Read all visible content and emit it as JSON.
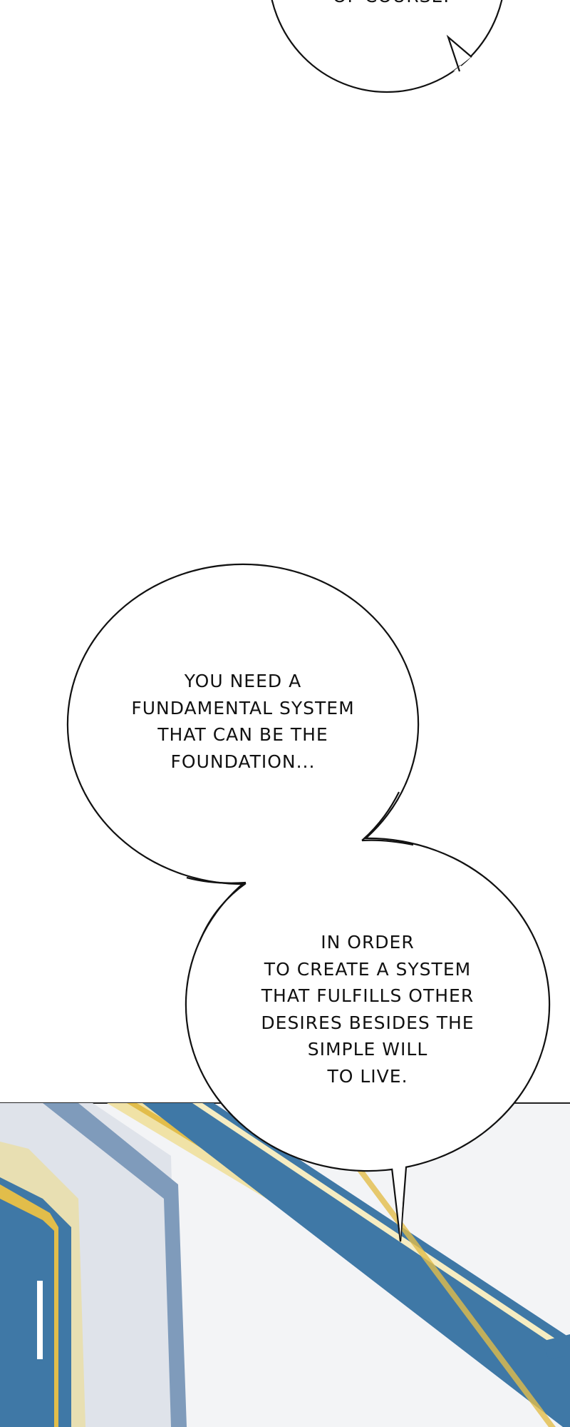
{
  "bubbles": {
    "top": {
      "lines": [
        "OF COURSE."
      ]
    },
    "middle": {
      "lines": [
        "YOU NEED A",
        "FUNDAMENTAL SYSTEM",
        "THAT CAN BE THE",
        "FOUNDATION..."
      ]
    },
    "bottom": {
      "lines": [
        "IN ORDER",
        "TO CREATE A SYSTEM",
        "THAT FULFILLS OTHER",
        "DESIRES BESIDES THE",
        "SIMPLE WILL",
        "TO LIVE."
      ]
    }
  },
  "colors": {
    "beam": "#3f78a6",
    "gold": "#e2bd4a",
    "marble": "#f4f5f7",
    "outline": "#111111"
  }
}
